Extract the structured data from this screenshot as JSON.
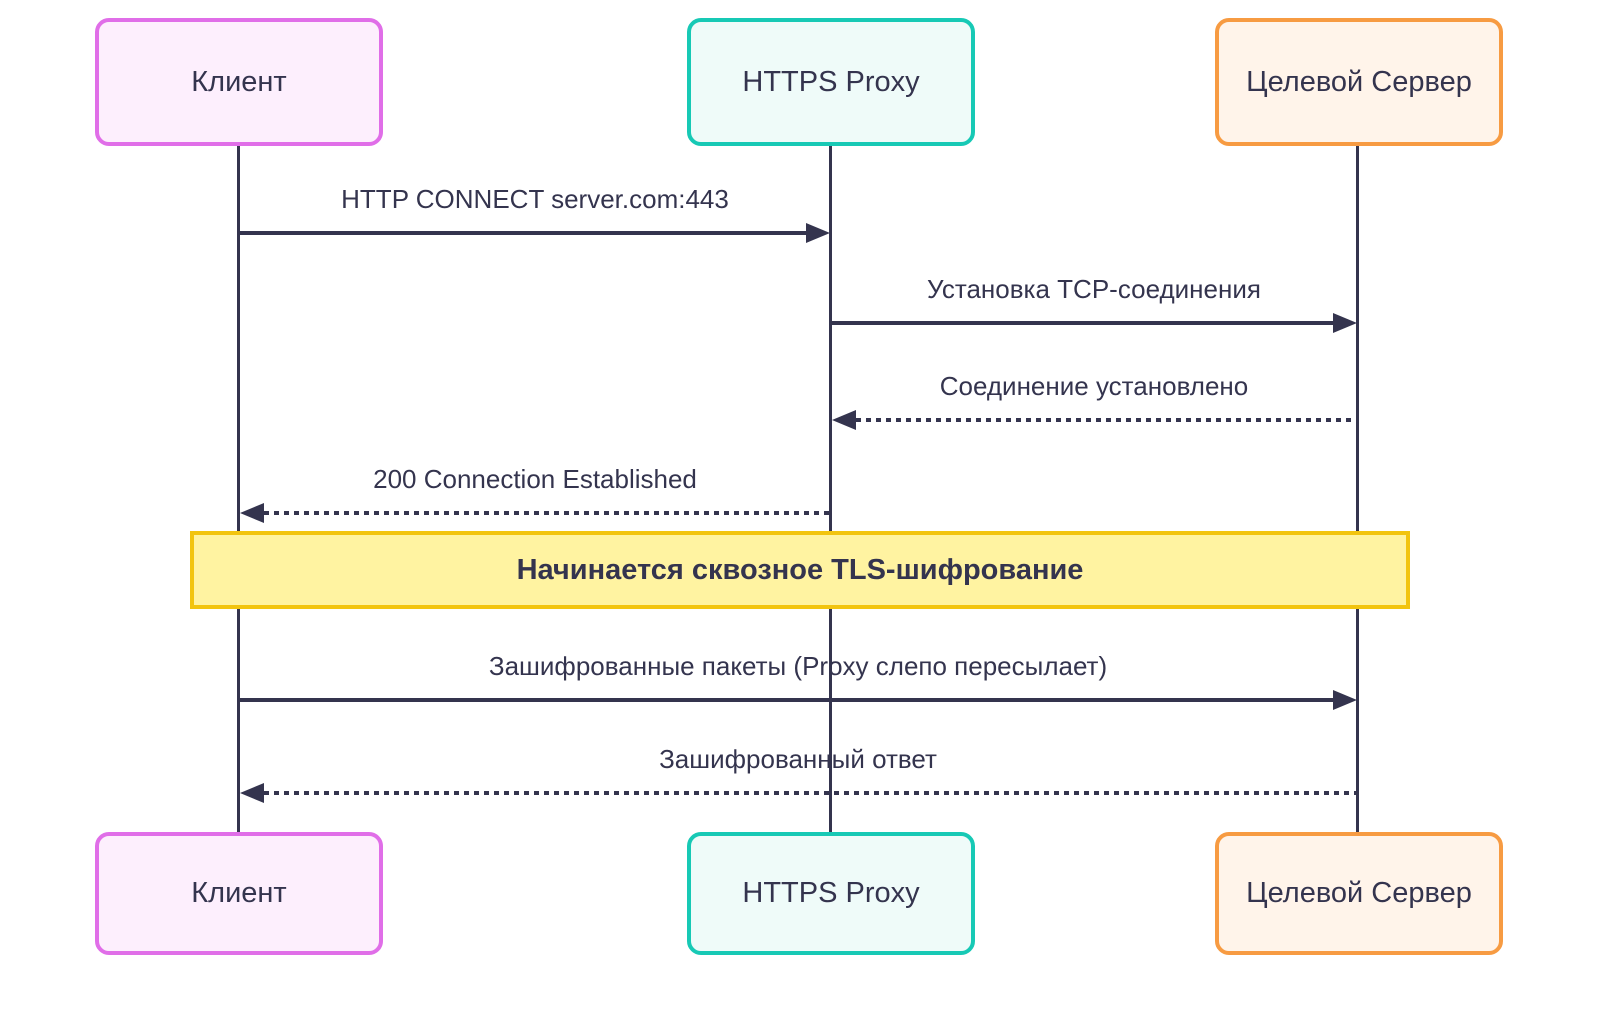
{
  "diagram": {
    "type": "sequence",
    "description_note": "Начинается сквозное TLS-шифрование"
  },
  "actors": [
    {
      "id": "client",
      "label": "Клиент",
      "border_color": "#e06ee8",
      "fill_color": "#fdeffd"
    },
    {
      "id": "https-proxy",
      "label": "HTTPS Proxy",
      "border_color": "#17c9b5",
      "fill_color": "#effbf9"
    },
    {
      "id": "target-server",
      "label": "Целевой Сервер",
      "border_color": "#f79b42",
      "fill_color": "#fff4ea"
    }
  ],
  "messages": [
    {
      "from": "client",
      "to": "https-proxy",
      "style": "solid",
      "label": "HTTP CONNECT server.com:443"
    },
    {
      "from": "https-proxy",
      "to": "target-server",
      "style": "solid",
      "label": "Установка TCP-соединения"
    },
    {
      "from": "target-server",
      "to": "https-proxy",
      "style": "dashed",
      "label": "Соединение установлено"
    },
    {
      "from": "https-proxy",
      "to": "client",
      "style": "dashed",
      "label": "200 Connection Established"
    },
    {
      "from": "client",
      "to": "target-server",
      "style": "solid",
      "label": "Зашифрованные пакеты (Proxy слепо пересылает)"
    },
    {
      "from": "target-server",
      "to": "client",
      "style": "dashed",
      "label": "Зашифрованный ответ"
    }
  ],
  "note": {
    "label": "Начинается сквозное TLS-шифрование",
    "fill_color": "#fff3a1",
    "border_color": "#f2c40f"
  },
  "colors": {
    "client_border": "#e06ee8",
    "client_fill": "#fdeffd",
    "proxy_border": "#17c9b5",
    "proxy_fill": "#effbf9",
    "server_border": "#f79b42",
    "server_fill": "#fff4ea",
    "note_border": "#f2c40f",
    "note_fill": "#fff3a1",
    "line": "#34344e",
    "text": "#34344e"
  }
}
